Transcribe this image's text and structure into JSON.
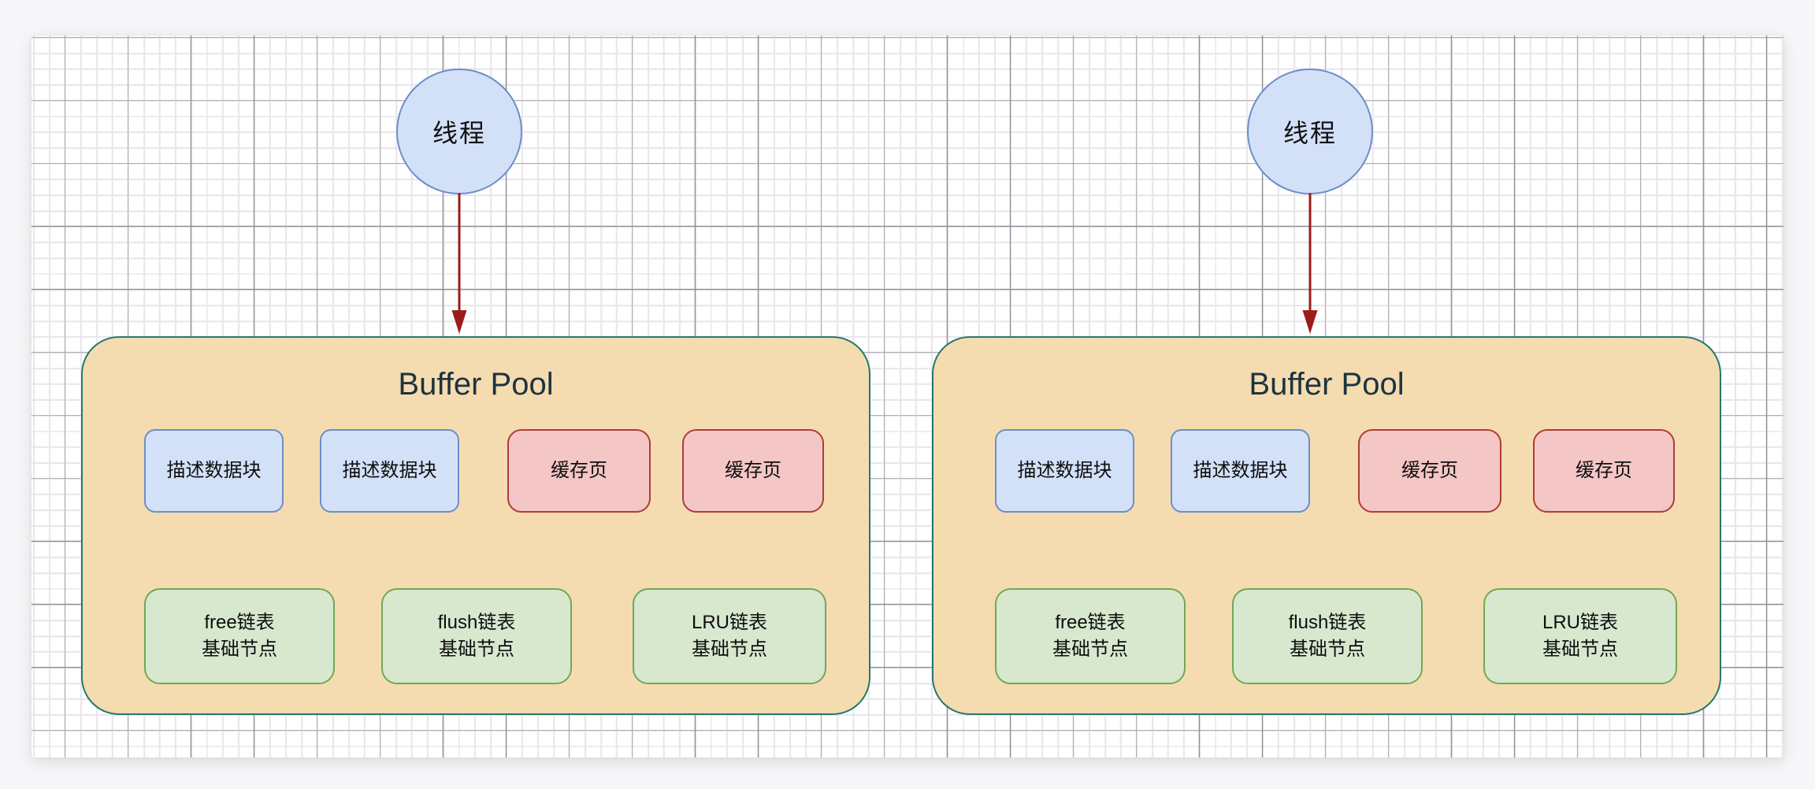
{
  "pools": [
    {
      "thread_label": "线程",
      "title": "Buffer Pool",
      "row1": [
        {
          "label": "描述数据块"
        },
        {
          "label": "描述数据块"
        },
        {
          "label": "缓存页"
        },
        {
          "label": "缓存页"
        }
      ],
      "row2": [
        {
          "label": "free链表\n基础节点"
        },
        {
          "label": "flush链表\n基础节点"
        },
        {
          "label": "LRU链表\n基础节点"
        }
      ]
    },
    {
      "thread_label": "线程",
      "title": "Buffer Pool",
      "row1": [
        {
          "label": "描述数据块"
        },
        {
          "label": "描述数据块"
        },
        {
          "label": "缓存页"
        },
        {
          "label": "缓存页"
        }
      ],
      "row2": [
        {
          "label": "free链表\n基础节点"
        },
        {
          "label": "flush链表\n基础节点"
        },
        {
          "label": "LRU链表\n基础节点"
        }
      ]
    }
  ],
  "colors": {
    "pool_fill": "#f4dcb0",
    "pool_border": "#26796b",
    "blue_fill": "#d3e1f8",
    "blue_border": "#6d8ec6",
    "red_fill": "#f5c6c6",
    "red_border": "#ae3b3b",
    "green_fill": "#d7e8cf",
    "green_border": "#70a954",
    "arrow": "#9c1c1c",
    "title_text": "#1d3340"
  }
}
